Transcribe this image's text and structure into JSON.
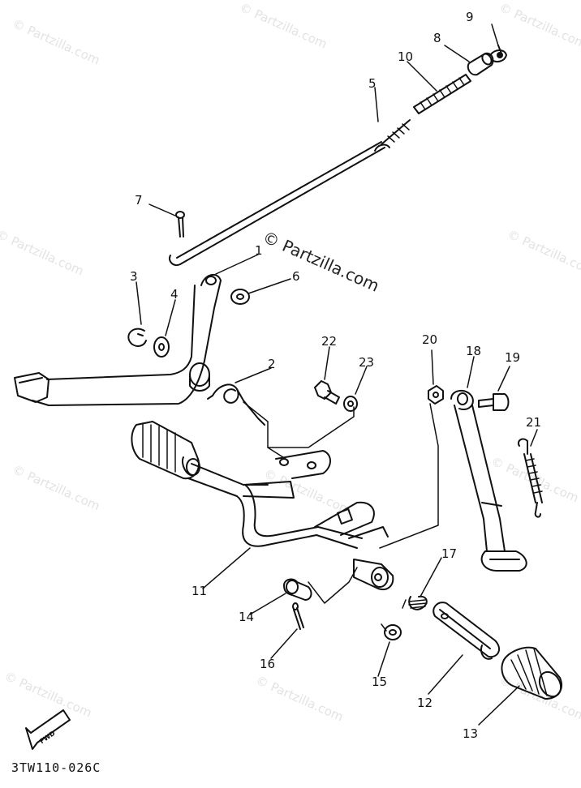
{
  "diagram": {
    "watermark_text": "© Partzilla.com",
    "drawing_code": "3TW110-026C",
    "fwd_label": "FWD",
    "callouts": [
      {
        "id": "c1",
        "label": "1"
      },
      {
        "id": "c2",
        "label": "2"
      },
      {
        "id": "c3",
        "label": "3"
      },
      {
        "id": "c4",
        "label": "4"
      },
      {
        "id": "c5",
        "label": "5"
      },
      {
        "id": "c6",
        "label": "6"
      },
      {
        "id": "c7",
        "label": "7"
      },
      {
        "id": "c8",
        "label": "8"
      },
      {
        "id": "c9",
        "label": "9"
      },
      {
        "id": "c10",
        "label": "10"
      },
      {
        "id": "c11",
        "label": "11"
      },
      {
        "id": "c12",
        "label": "12"
      },
      {
        "id": "c13",
        "label": "13"
      },
      {
        "id": "c14",
        "label": "14"
      },
      {
        "id": "c15",
        "label": "15"
      },
      {
        "id": "c16",
        "label": "16"
      },
      {
        "id": "c17",
        "label": "17"
      },
      {
        "id": "c18",
        "label": "18"
      },
      {
        "id": "c19",
        "label": "19"
      },
      {
        "id": "c20",
        "label": "20"
      },
      {
        "id": "c21",
        "label": "21"
      },
      {
        "id": "c22",
        "label": "22"
      },
      {
        "id": "c23",
        "label": "23"
      }
    ]
  }
}
